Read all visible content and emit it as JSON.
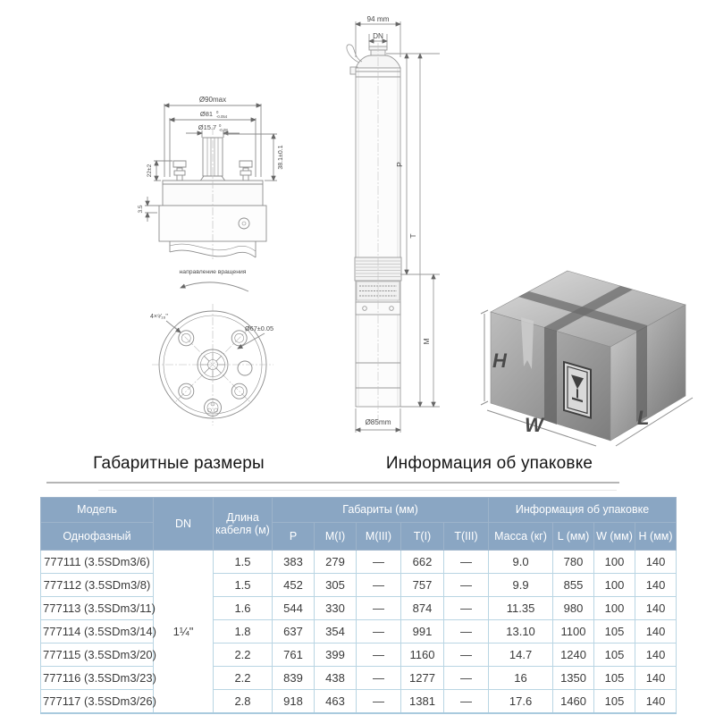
{
  "sections": {
    "dimensions_title": "Габаритные размеры",
    "packaging_title": "Информация об упаковке"
  },
  "head_drawing": {
    "dia_max": "Ø90max",
    "dia_81": "Ø81",
    "dia_81_tol_hi": "0",
    "dia_81_tol_lo": "-0.054",
    "dia_157": "Ø15.7",
    "dia_157_tol_hi": "0",
    "dia_157_tol_lo": "-0.08",
    "dim_right": "38.1±0.1",
    "dim_left_top": "22±2",
    "dim_left_bottom": "3.5"
  },
  "flange_drawing": {
    "rotation_label": "направление вращения",
    "bolt_label": "4×⁹⁄₁₆\"",
    "dia_label": "Ø67±0.05"
  },
  "pump_drawing": {
    "width_label": "94 mm",
    "dn_label": "DN",
    "p_label": "P",
    "t_label": "T",
    "m_label": "M",
    "dia_label": "Ø85mm"
  },
  "box_drawing": {
    "h_label": "H",
    "w_label": "W",
    "l_label": "L"
  },
  "table": {
    "header": {
      "model": "Модель",
      "model_sub": "Однофазный",
      "dn": "DN",
      "cable": "Длина кабеля (м)",
      "dims_group": "Габариты (мм)",
      "pack_group": "Информация об упаковке",
      "cols": [
        "P",
        "M(I)",
        "M(III)",
        "T(I)",
        "T(III)",
        "Масса (кг)",
        "L (мм)",
        "W (мм)",
        "H (мм)"
      ]
    },
    "dn_value": "1¼\"",
    "rows": [
      {
        "model": "777111 (3.5SDm3/6)",
        "cable": "1.5",
        "p": "383",
        "m1": "279",
        "m3": "—",
        "t1": "662",
        "t3": "—",
        "mass": "9.0",
        "l": "780",
        "w": "100",
        "h": "140"
      },
      {
        "model": "777112 (3.5SDm3/8)",
        "cable": "1.5",
        "p": "452",
        "m1": "305",
        "m3": "—",
        "t1": "757",
        "t3": "—",
        "mass": "9.9",
        "l": "855",
        "w": "100",
        "h": "140"
      },
      {
        "model": "777113 (3.5SDm3/11)",
        "cable": "1.6",
        "p": "544",
        "m1": "330",
        "m3": "—",
        "t1": "874",
        "t3": "—",
        "mass": "11.35",
        "l": "980",
        "w": "100",
        "h": "140"
      },
      {
        "model": "777114 (3.5SDm3/14)",
        "cable": "1.8",
        "p": "637",
        "m1": "354",
        "m3": "—",
        "t1": "991",
        "t3": "—",
        "mass": "13.10",
        "l": "1100",
        "w": "105",
        "h": "140"
      },
      {
        "model": "777115 (3.5SDm3/20)",
        "cable": "2.2",
        "p": "761",
        "m1": "399",
        "m3": "—",
        "t1": "1160",
        "t3": "—",
        "mass": "14.7",
        "l": "1240",
        "w": "105",
        "h": "140"
      },
      {
        "model": "777116 (3.5SDm3/23)",
        "cable": "2.2",
        "p": "839",
        "m1": "438",
        "m3": "—",
        "t1": "1277",
        "t3": "—",
        "mass": "16",
        "l": "1350",
        "w": "105",
        "h": "140"
      },
      {
        "model": "777117 (3.5SDm3/26)",
        "cable": "2.8",
        "p": "918",
        "m1": "463",
        "m3": "—",
        "t1": "1381",
        "t3": "—",
        "mass": "17.6",
        "l": "1460",
        "w": "105",
        "h": "140"
      }
    ]
  },
  "colors": {
    "header_bg": "#8aa6c3",
    "table_border": "#b9d5e3",
    "drawing_line": "#8c8c8c"
  }
}
